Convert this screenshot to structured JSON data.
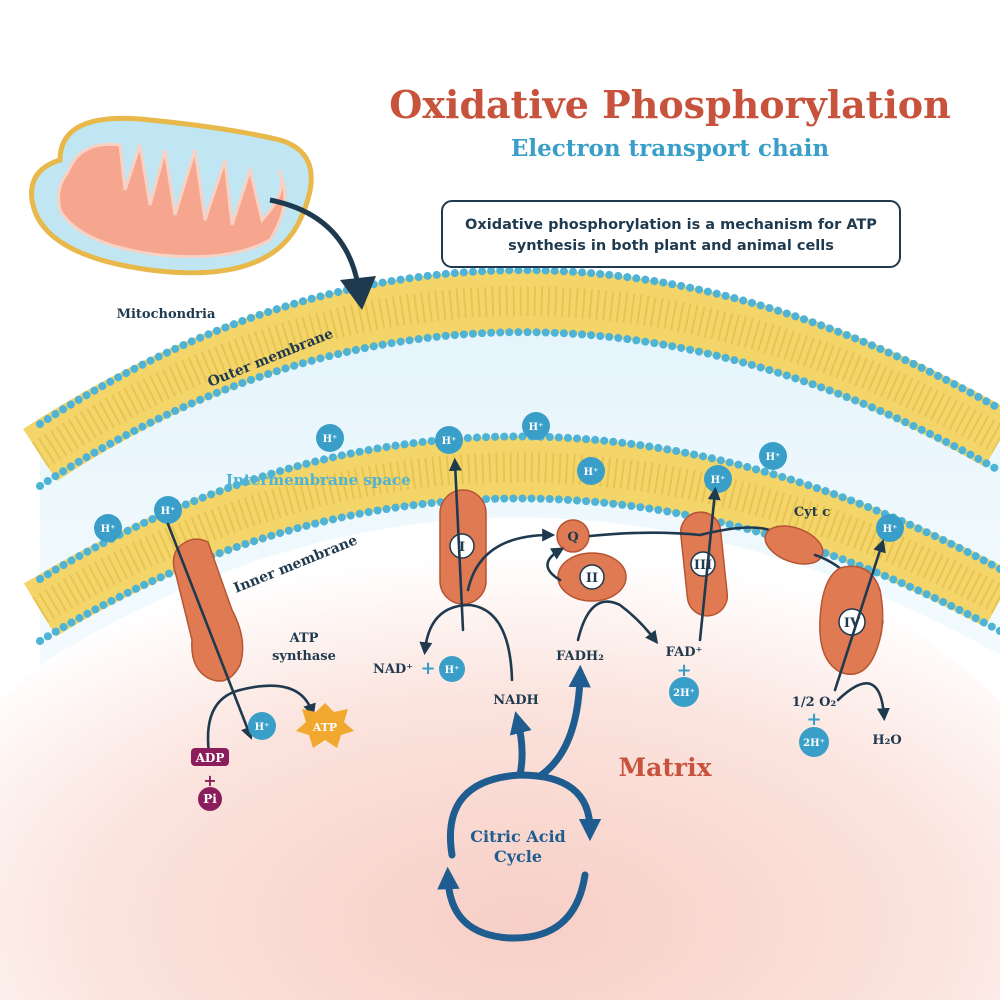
{
  "header": {
    "title": "Oxidative Phosphorylation",
    "subtitle": "Electron transport chain",
    "description_lines": [
      "Oxidative phosphorylation is a mechanism for ATP",
      "synthesis in both plant and animal cells"
    ]
  },
  "labels": {
    "mitochondria": "Mitochondria",
    "outer_membrane": "Outer membrane",
    "intermembrane_space": "Intermembrane space",
    "inner_membrane": "Inner membrane",
    "atp_synthase_line1": "ATP",
    "atp_synthase_line2": "synthase",
    "matrix": "Matrix",
    "cycle_line1": "Citric Acid",
    "cycle_line2": "Cycle",
    "cyt_c": "Cyt c",
    "nad_plus": "NAD⁺",
    "nadh": "NADH",
    "fadh2": "FADH₂",
    "fad_plus": "FAD⁺",
    "half_o2": "1/2 O₂",
    "h2o": "H₂O",
    "plus": "+",
    "adp": "ADP",
    "pi": "Pi",
    "atp": "ATP",
    "h_ion": "H⁺",
    "two_h_ion": "2H⁺"
  },
  "complexes": {
    "c1": "I",
    "c2": "II",
    "c3": "III",
    "c4": "IV",
    "q": "Q"
  },
  "colors": {
    "title": "#c8533c",
    "subtitle": "#3a9fc8",
    "membrane": "#f3d56a",
    "membrane_beads": "#4fb3d6",
    "protein": "#e07a52",
    "ion": "#3a9fc8",
    "adp_chip": "#8c1d5c",
    "atp_star": "#f0a92e",
    "cycle_arrow": "#1f5c8f"
  }
}
